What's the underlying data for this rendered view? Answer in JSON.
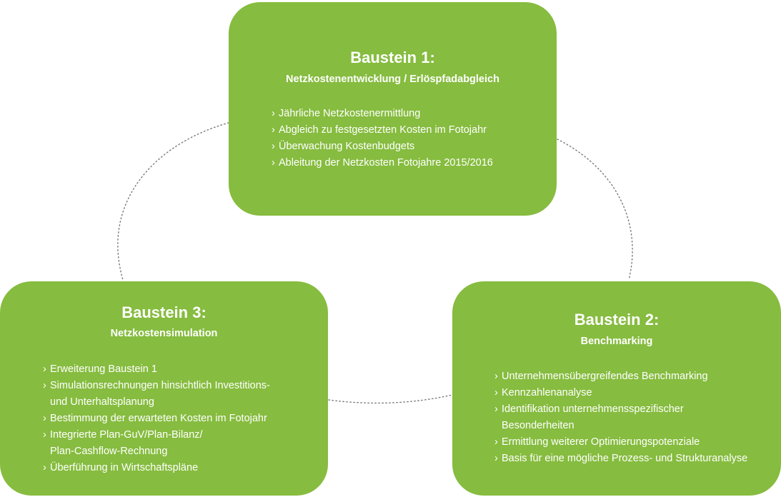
{
  "baustein_1": {
    "title": "Baustein 1:",
    "subtitle": "Netzkostenentwicklung / Erlöspfadabgleich",
    "items": [
      [
        "Jährliche Netzkostenermittlung"
      ],
      [
        "Abgleich zu festgesetzten Kosten im Fotojahr"
      ],
      [
        "Überwachung Kostenbudgets"
      ],
      [
        "Ableitung der Netzkosten Fotojahre 2015/2016"
      ]
    ]
  },
  "baustein_2": {
    "title": "Baustein 2:",
    "subtitle": "Benchmarking",
    "items": [
      [
        "Unternehmensübergreifendes Benchmarking"
      ],
      [
        "Kennzahlenanalyse"
      ],
      [
        "Identifikation unternehmensspezifischer",
        "Besonderheiten"
      ],
      [
        "Ermittlung weiterer Optimierungspotenziale"
      ],
      [
        "Basis für eine mögliche Prozess- und Strukturanalyse"
      ]
    ]
  },
  "baustein_3": {
    "title": "Baustein 3:",
    "subtitle": "Netzkostensimulation",
    "items": [
      [
        "Erweiterung Baustein 1"
      ],
      [
        "Simulationsrechnungen hinsichtlich Investitions-",
        "und Unterhaltsplanung"
      ],
      [
        "Bestimmung der erwarteten Kosten im Fotojahr"
      ],
      [
        "Integrierte Plan-GuV/Plan-Bilanz/",
        "Plan-Cashflow-Rechnung"
      ],
      [
        "Überführung in Wirtschaftspläne"
      ]
    ]
  },
  "bullet_glyph": "›",
  "colors": {
    "box_fill": "#86bc3f",
    "text": "#ffffff",
    "connector": "#7a7a7a",
    "background": "#ffffff"
  }
}
